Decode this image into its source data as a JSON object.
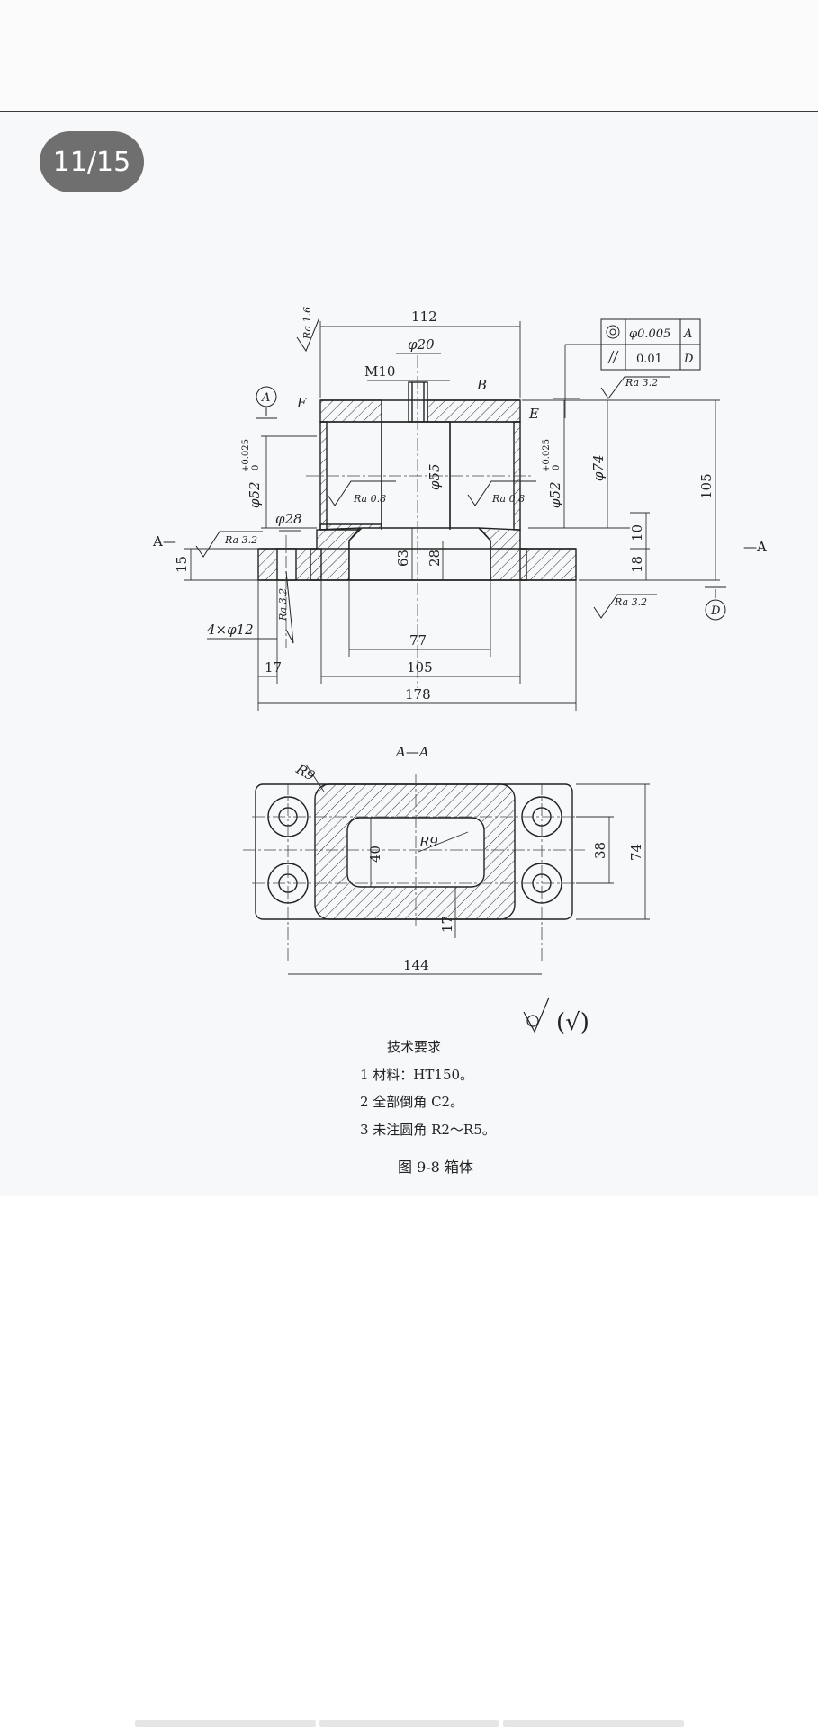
{
  "viewer": {
    "page_indicator": "11/15"
  },
  "drawing": {
    "section_label_left": "A",
    "section_label_right": "A",
    "main_view": {
      "dim_112": "112",
      "dim_phi20": "φ20",
      "thread": "M10",
      "surface_B": "B",
      "surface_E": "E",
      "surface_F": "F",
      "datum_A": "A",
      "datum_D": "D",
      "dim_phi52_left": "φ52",
      "dim_phi52_right": "φ52",
      "tol_upper": "+0.025",
      "tol_lower": "0",
      "dim_phi55": "φ55",
      "dim_phi74": "φ74",
      "dim_105_v": "105",
      "dim_phi28": "φ28",
      "dim_63": "63",
      "dim_28": "28",
      "dim_10": "10",
      "dim_18": "18",
      "dim_15": "15",
      "holes": "4×φ12",
      "dim_77": "77",
      "dim_17_h": "17",
      "dim_105_h": "105",
      "dim_178": "178",
      "ra_16": "Ra 1.6",
      "ra_08_left": "Ra 0.8",
      "ra_08_right": "Ra 0.8",
      "ra_32_left": "Ra 3.2",
      "ra_32_top": "Ra 3.2",
      "ra_32_right": "Ra 3.2",
      "ra_32_vert": "Ra 3.2",
      "gt1_value": "φ0.005",
      "gt1_datum": "A",
      "gt2_value": "0.01",
      "gt2_datum": "D"
    },
    "section_view": {
      "title": "A—A",
      "r9_outer": "R9",
      "r9_inner": "R9",
      "dim_40": "40",
      "dim_38": "38",
      "dim_74": "74",
      "dim_17": "17",
      "dim_144": "144"
    },
    "tech": {
      "title": "技术要求",
      "items": [
        "1  材料：HT150。",
        "2  全部倒角 C2。",
        "3  未注圆角 R2～R5。"
      ],
      "caption": "图 9-8   箱体",
      "general_finish": "(√)"
    }
  }
}
